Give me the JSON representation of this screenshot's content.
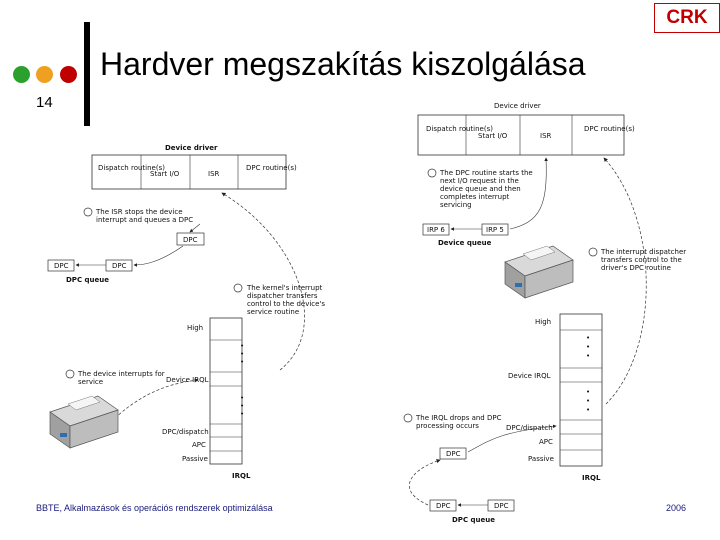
{
  "slide": {
    "title": "Hardver megszakítás kiszolgálása",
    "page_number": "14",
    "badge": "CRK",
    "footer": "BBTE, Alkalmazások és operációs rendszerek optimizálása",
    "year": "2006"
  },
  "left_diagram": {
    "device_driver_label": "Device driver",
    "driver_cells": [
      "Dispatch routine(s)",
      "Start I/O",
      "ISR",
      "DPC routine(s)"
    ],
    "step3": "The ISR stops the device interrupt and queues a DPC",
    "dpc_box": "DPC",
    "queue_items": [
      "DPC",
      "DPC"
    ],
    "queue_label": "DPC queue",
    "step2": "The kernel's interrupt dispatcher transfers control to the device's service routine",
    "step1": "The device interrupts for service",
    "irql_levels": {
      "high": "High",
      "device": "Device IRQL",
      "dispatch": "DPC/dispatch",
      "apc": "APC",
      "passive": "Passive"
    },
    "irql_label": "IRQL"
  },
  "right_diagram": {
    "device_driver_label": "Device driver",
    "driver_cells": [
      "Dispatch routine(s)",
      "Start I/O",
      "ISR",
      "DPC routine(s)"
    ],
    "step6": "The DPC routine starts the next I/O request in the device queue and then completes interrupt servicing",
    "queue_items": [
      "IRP 6",
      "IRP 5"
    ],
    "queue_label": "Device queue",
    "step5": "The interrupt dispatcher transfers control to the driver's DPC routine",
    "step4": "The IRQL drops and DPC processing occurs",
    "dpc_box": "DPC",
    "irql_levels": {
      "high": "High",
      "device": "Device IRQL",
      "dispatch": "DPC/dispatch",
      "apc": "APC",
      "passive": "Passive"
    },
    "irql_label": "IRQL",
    "bottom_queue": [
      "DPC",
      "DPC"
    ],
    "bottom_queue_label": "DPC queue"
  },
  "colors": {
    "badge": "#c00000",
    "dot_green": "#2ca02c",
    "dot_orange": "#f0a020",
    "dot_red": "#c00000",
    "footer_text": "#1a1a7a"
  }
}
